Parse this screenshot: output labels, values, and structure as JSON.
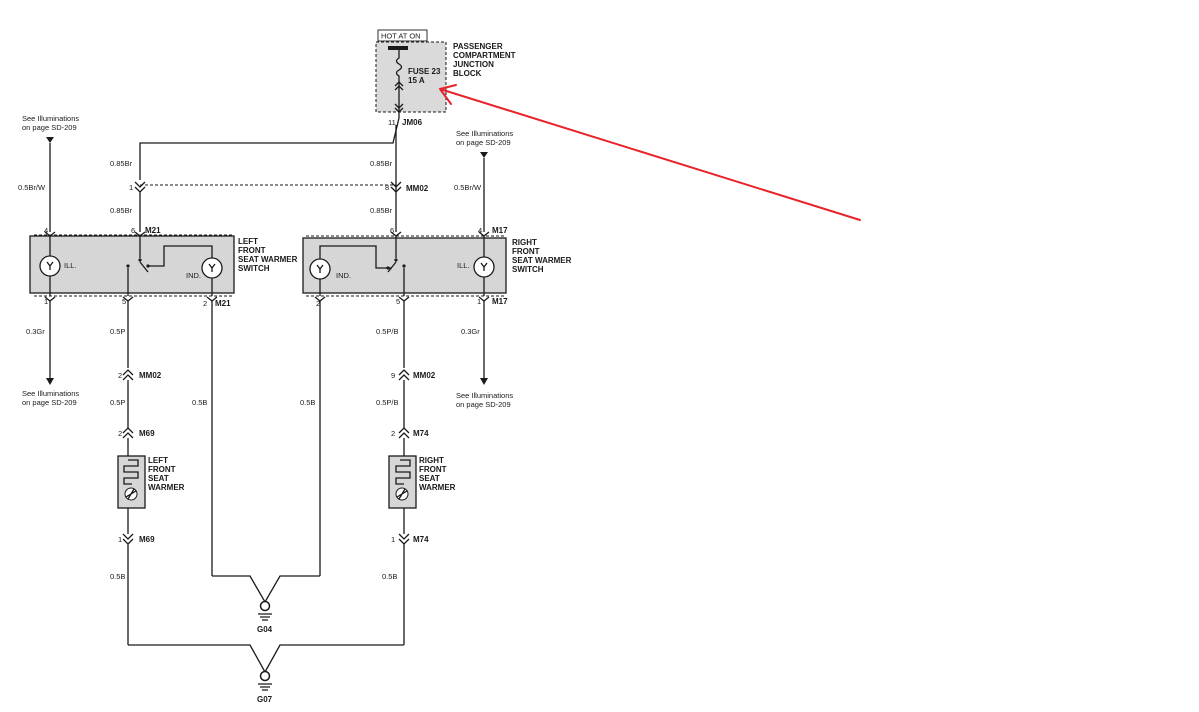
{
  "junction": {
    "hot_label": "HOT AT ON",
    "fuse_name": "FUSE 23",
    "fuse_rating": "15 A",
    "block_line1": "PASSENGER",
    "block_line2": "COMPARTMENT",
    "block_line3": "JUNCTION",
    "block_line4": "BLOCK",
    "pin": "11",
    "connector": "JM06"
  },
  "illum": {
    "see": "See Illuminations",
    "page": "on page SD-209"
  },
  "wires": {
    "br_85": "0.85Br",
    "brw_5": "0.5Br/W",
    "gr_3": "0.3Gr",
    "p_5": "0.5P",
    "pb_5": "0.5P/B",
    "b_5": "0.5B"
  },
  "connectors": {
    "mm02": "MM02",
    "m21": "M21",
    "m17": "M17",
    "m69": "M69",
    "m74": "M74"
  },
  "pins": {
    "p1": "1",
    "p2": "2",
    "p4": "4",
    "p5": "5",
    "p6": "6",
    "p8": "8",
    "p9": "9"
  },
  "left_switch": {
    "line1": "LEFT",
    "line2": "FRONT",
    "line3": "SEAT WARMER",
    "line4": "SWITCH",
    "ill": "ILL.",
    "ind": "IND."
  },
  "right_switch": {
    "line1": "RIGHT",
    "line2": "FRONT",
    "line3": "SEAT WARMER",
    "line4": "SWITCH",
    "ill": "ILL.",
    "ind": "IND."
  },
  "left_warmer": {
    "line1": "LEFT",
    "line2": "FRONT",
    "line3": "SEAT",
    "line4": "WARMER"
  },
  "right_warmer": {
    "line1": "RIGHT",
    "line2": "FRONT",
    "line3": "SEAT",
    "line4": "WARMER"
  },
  "grounds": {
    "g04": "G04",
    "g07": "G07"
  },
  "annotation": {
    "arrow_color": "#e8232a"
  }
}
